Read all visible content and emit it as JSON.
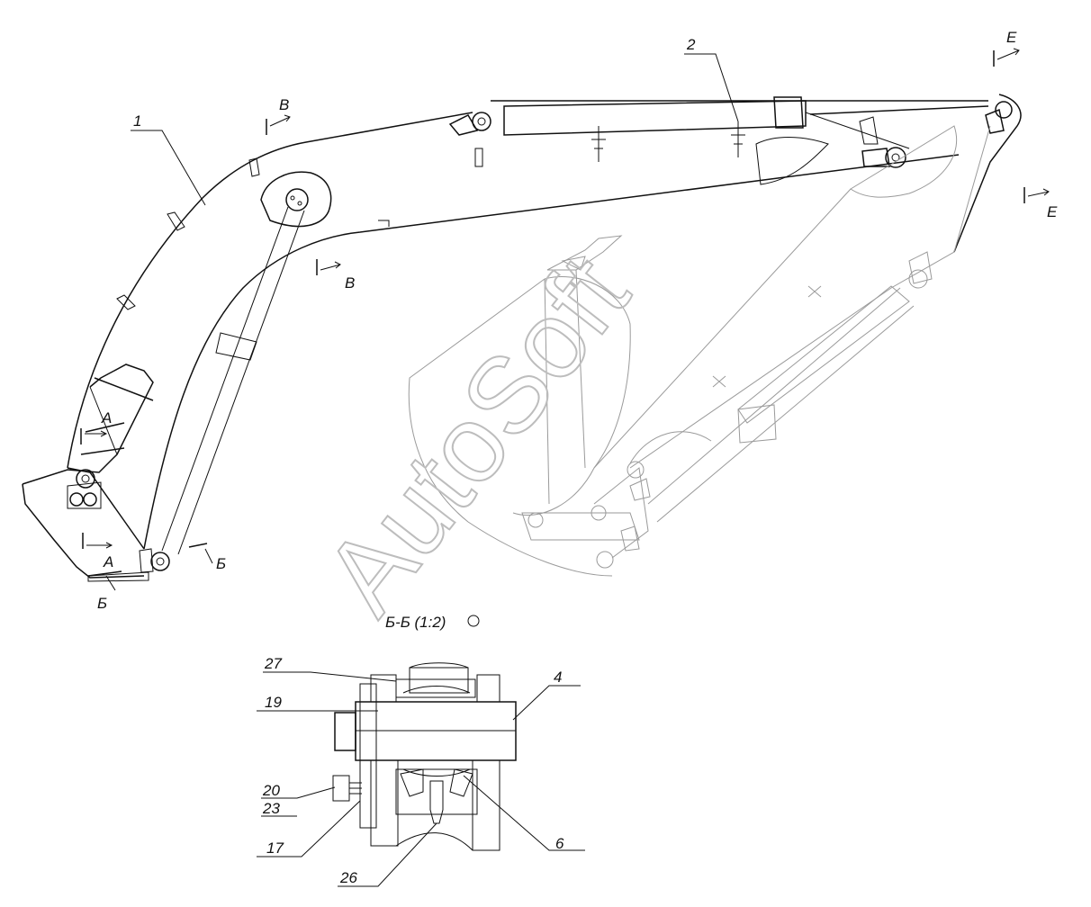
{
  "drawing": {
    "part_labels": {
      "p1": "1",
      "p2": "2",
      "p4": "4",
      "p6": "6",
      "p17": "17",
      "p19": "19",
      "p20": "20",
      "p23": "23",
      "p26": "26",
      "p27": "27"
    },
    "section_marks": {
      "a_top": "А",
      "a_bottom": "А",
      "b_left": "Б",
      "b_right": "Б",
      "v_top": "В",
      "v_bottom": "В",
      "e_top": "Е",
      "e_right": "Е"
    },
    "section_title": "Б-Б  (1:2)",
    "watermark": "AutoSoft",
    "colors": {
      "line": "#111111",
      "ghost": "#9a9a9a",
      "watermark": "#bdbdbd"
    }
  }
}
